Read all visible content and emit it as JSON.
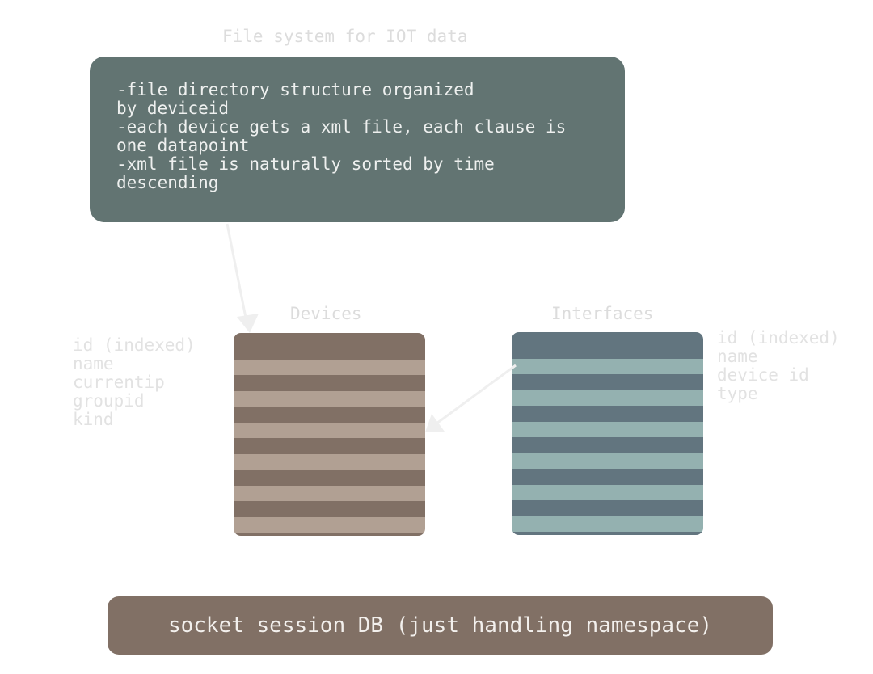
{
  "file_system": {
    "title": "File system for IOT data",
    "lines": [
      "-file directory structure organized",
      "by deviceid",
      "-each device gets a xml file, each clause is",
      "one datapoint",
      "-xml file is naturally sorted by time",
      "descending"
    ]
  },
  "devices": {
    "title": "Devices",
    "fields": [
      "id (indexed)",
      "name",
      "currentip",
      "groupid",
      "kind"
    ]
  },
  "interfaces": {
    "title": "Interfaces",
    "fields": [
      "id (indexed)",
      "name",
      "device id",
      "type"
    ]
  },
  "socket_session": {
    "label": "socket session DB (just handling namespace)"
  },
  "colors": {
    "fs_box": "#627472",
    "devices_dark": "#817065",
    "devices_light": "#b1a093",
    "interfaces_dark": "#62757f",
    "interfaces_light": "#94b1b0",
    "socket_bar": "#817065",
    "caption": "#dcdcdc"
  }
}
